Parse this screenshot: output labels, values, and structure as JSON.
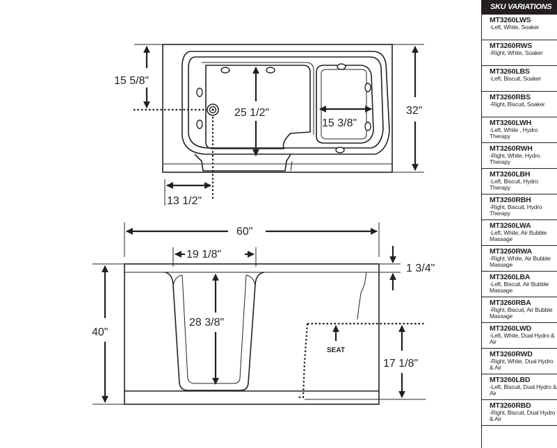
{
  "top_view": {
    "dim_depth_inner": "15 5/8\"",
    "dim_width_inner": "25 1/2\"",
    "dim_seat": "15 3/8\"",
    "dim_overall": "32\"",
    "dim_drain_offset": "13 1/2\""
  },
  "front_view": {
    "dim_length": "60\"",
    "dim_floor_width": "19 1/8\"",
    "dim_rim": "1 3/4\"",
    "dim_height": "40\"",
    "dim_well_depth": "28 3/8\"",
    "dim_seat_height": "17 1/8\"",
    "seat_label": "SEAT"
  },
  "sku_panel": {
    "header": "SKU VARIATIONS",
    "items": [
      {
        "code": "MT3260LWS",
        "desc": "-Left, White, Soaker"
      },
      {
        "code": "MT3260RWS",
        "desc": "-Right, White, Soaker"
      },
      {
        "code": "MT3260LBS",
        "desc": "-Left, Biscuit, Soaker"
      },
      {
        "code": "MT3260RBS",
        "desc": "-Right, Biscuit, Soaker"
      },
      {
        "code": "MT3260LWH",
        "desc": "-Left, White , Hydro Therapy"
      },
      {
        "code": "MT3260RWH",
        "desc": "-Right, White, Hydro Therapy"
      },
      {
        "code": "MT3260LBH",
        "desc": "-Left, Biscuit, Hydro Therapy"
      },
      {
        "code": "MT3260RBH",
        "desc": "-Right, Biscuit, Hydro Therapy"
      },
      {
        "code": "MT3260LWA",
        "desc": "-Left, White, Air Bubble Massage"
      },
      {
        "code": "MT3260RWA",
        "desc": "-Right, White, Air Bubble Massage"
      },
      {
        "code": "MT3260LBA",
        "desc": "-Left, Biscuit, Air Bubble Massage"
      },
      {
        "code": "MT3260RBA",
        "desc": "-Right, Biscuit, Air Bubble Massage"
      },
      {
        "code": "MT3260LWD",
        "desc": "-Left, White, Dual Hydro & Air"
      },
      {
        "code": "MT3260RWD",
        "desc": "-Right, White, Dual Hydro & Air"
      },
      {
        "code": "MT3260LBD",
        "desc": "-Left, Biscuit, Dual Hydro & Air"
      },
      {
        "code": "MT3260RBD",
        "desc": "-Right, Biscuit, Dual Hydro & Air"
      }
    ]
  }
}
